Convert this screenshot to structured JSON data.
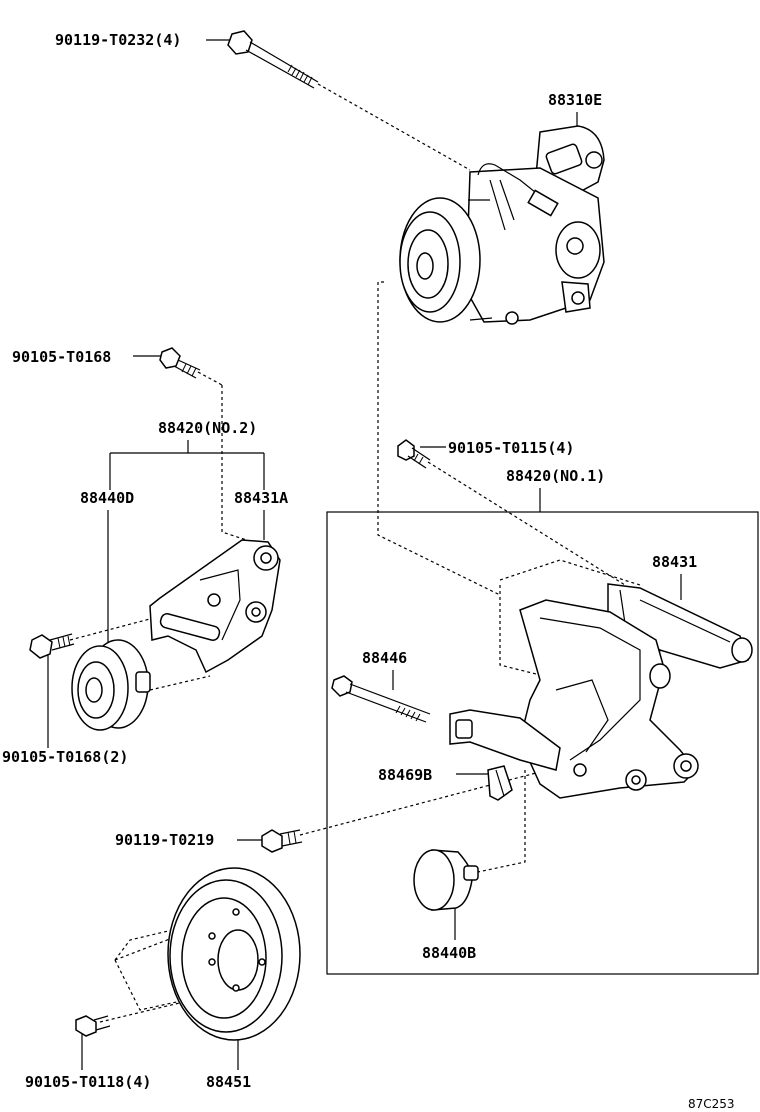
{
  "labels": {
    "bolt_top": "90119-T0232(4)",
    "compressor": "88310E",
    "bolt_left_top": "90105-T0168",
    "bracket_no2": "88420(NO.2)",
    "idler_pulley_d": "88440D",
    "bracket_a": "88431A",
    "bolt_right": "90105-T0115(4)",
    "bracket_no1": "88420(NO.1)",
    "bracket_88431": "88431",
    "bolt_88446": "88446",
    "plate_88469b": "88469B",
    "bolt_left_mid": "90105-T0168(2)",
    "bolt_lower": "90119-T0219",
    "idler_pulley_b": "88440B",
    "bolt_bottom": "90105-T0118(4)",
    "crank_pulley": "88451",
    "figure_code": "87C253"
  }
}
